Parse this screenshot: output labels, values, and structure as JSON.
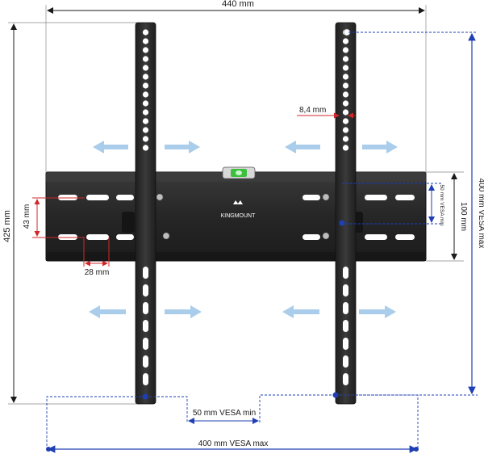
{
  "dimensions": {
    "overall_width": "440 mm",
    "overall_height": "425 mm",
    "hole_diameter": "8,4 mm",
    "slot_height": "43 mm",
    "slot_width": "28 mm",
    "plate_height": "100 mm",
    "vesa_min_vertical": "50 mm VESA min",
    "vesa_max_vertical": "400 mm VESA max",
    "vesa_min_horizontal": "50 mm VESA min",
    "vesa_max_horizontal": "400 mm VESA max"
  },
  "brand": {
    "logo_text": "KINGMOUNT"
  },
  "colors": {
    "bracket": "#2a2a2a",
    "dimension_line": "#1a1a1a",
    "vesa_line": "#1f3fb5",
    "red_marker": "#d0282a",
    "arrow": "#a9cdea",
    "level": "#3fbf3f"
  }
}
